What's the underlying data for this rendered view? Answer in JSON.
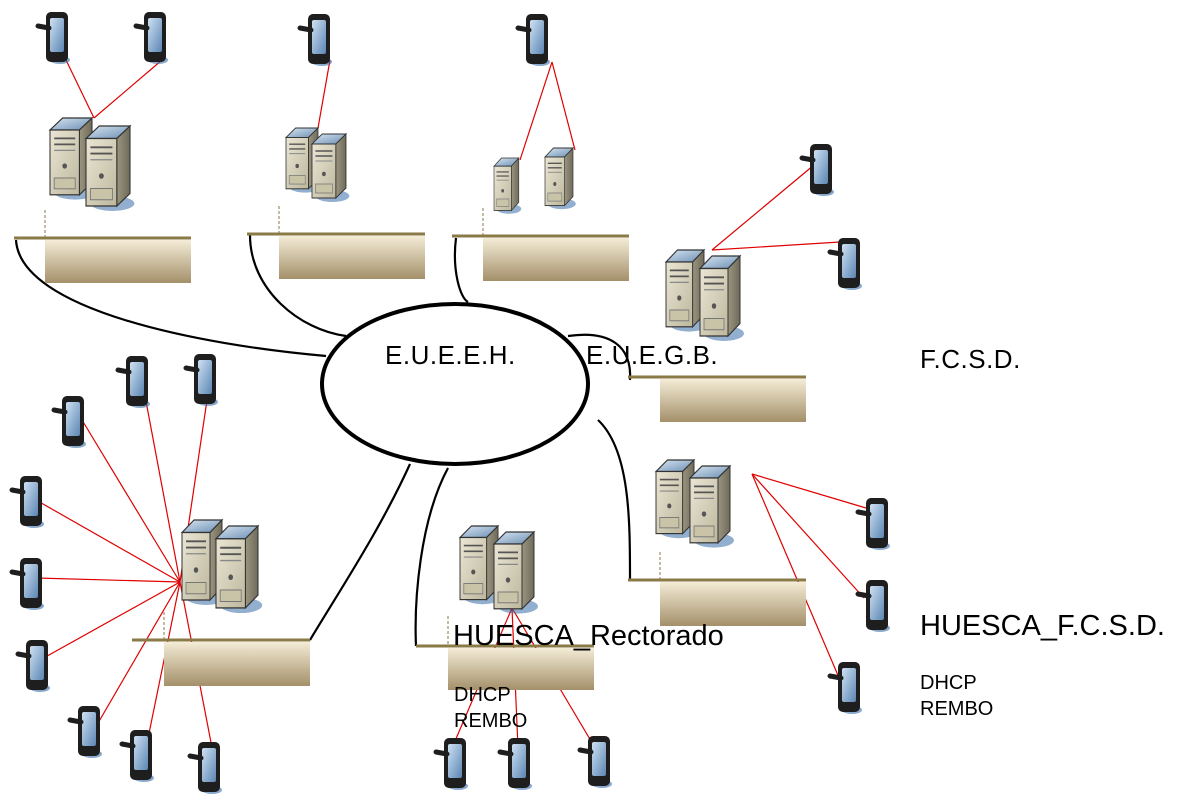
{
  "hub": {
    "label": "E.U.E.E.H."
  },
  "sites": {
    "euegb": {
      "label": "E.U.E.G.B."
    },
    "fcsd": {
      "label": "F.C.S.D."
    },
    "rectorado": {
      "label": "HUESCA_Rectorado",
      "services": [
        "DHCP",
        "REMBO"
      ]
    },
    "huesca_fcsd": {
      "label": "HUESCA_F.C.S.D.",
      "services": [
        "DHCP",
        "REMBO"
      ]
    }
  },
  "colors": {
    "link": "#e00000",
    "cable": "#000000",
    "segment_line": "#8a7a45",
    "segment_fill_top": "#f4ecd6",
    "segment_fill_bottom": "#a4906a",
    "server_body": "#d8d3bf",
    "server_face": "#7f9fbf"
  },
  "icons": {
    "server": "server-pair-icon",
    "client": "handheld-device-icon"
  }
}
